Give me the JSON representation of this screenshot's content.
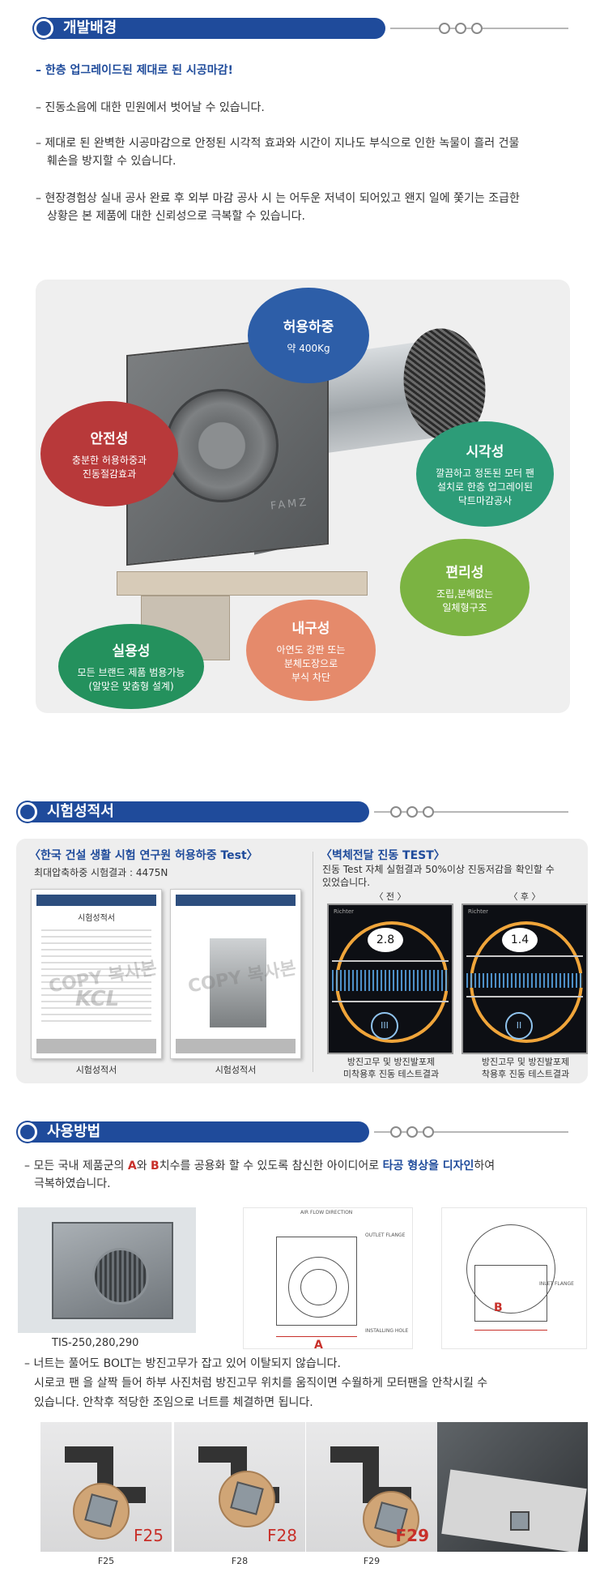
{
  "sections": {
    "background": "개발배경",
    "tests": "시험성적서",
    "usage": "사용방법"
  },
  "background": {
    "highlight": "– 한층 업그레이드된 제대로 된 시공마감!",
    "p1": "– 진동소음에 대한 민원에서 벗어날 수 있습니다.",
    "p2a": "– 제대로 된 완벽한 시공마감으로 안정된 시각적 효과와 시간이 지나도 부식으로 인한 녹물이 흘러 건물",
    "p2b": "훼손을 방지할 수 있습니다.",
    "p3a": "– 현장경험상 실내 공사 완료 후 외부 마감 공사 시 는 어두운 저녁이 되어있고 왠지 일에 쫓기는 조급한",
    "p3b": "상황은 본 제품에 대한 신뢰성으로 극복할 수 있습니다."
  },
  "features": {
    "load": {
      "title": "허용하중",
      "desc1": "약 400Kg",
      "color": "#2d5ea8"
    },
    "safety": {
      "title": "안전성",
      "desc1": "충분한 허용하중과",
      "desc2": "진동절감효과",
      "color": "#b8393a"
    },
    "visual": {
      "title": "시각성",
      "desc1": "깔끔하고 정돈된 모터 팬",
      "desc2": "설치로 한층 업그레이된",
      "desc3": "닥트마감공사",
      "color": "#2d9c78"
    },
    "convenience": {
      "title": "편리성",
      "desc1": "조립,분해없는",
      "desc2": "일체형구조",
      "color": "#7bb342"
    },
    "durability": {
      "title": "내구성",
      "desc1": "아연도 강판 또는",
      "desc2": "분체도장으로",
      "desc3": "부식 차단",
      "color": "#e58a6b"
    },
    "practical": {
      "title": "실용성",
      "desc1": "모든 브랜드 제품 범용가능",
      "desc2": "(알맞은 맞춤형 설계)",
      "color": "#24915d"
    },
    "product_brand": "FAMZ"
  },
  "tests": {
    "left_title": "〈한국 건설 생활 시험 연구원 허용하중 Test〉",
    "left_result": "최대압축하중 시험결과 : 4475N",
    "cert_title": "시험성적서",
    "watermark": "COPY 복사본",
    "cert_logo": "KCL",
    "cert_caption1": "시험성적서",
    "cert_caption2": "시험성적서",
    "right_title": "〈벽체전달 진동 TEST〉",
    "right_desc1": "진동 Test 자체 실험결과 50%이상 진동저감을 확인할 수",
    "right_desc2": "있었습니다.",
    "before_label": "〈 전 〉",
    "after_label": "〈 후 〉",
    "before_value": "2.8",
    "after_value": "1.4",
    "before_knob": "III",
    "after_knob": "II",
    "scope_brand": "Richter",
    "before_cap1": "방진고무 및 방진발포제",
    "before_cap2": "미착용후 진동 테스트결과",
    "after_cap1": "방진고무 및 방진발포제",
    "after_cap2": "착용후 진동 테스트결과"
  },
  "usage": {
    "p1_a": "– 모든 국내 제품군의 ",
    "p1_A": "A",
    "p1_b": "와 ",
    "p1_B": "B",
    "p1_c": "치수를  공용화 할 수 있도록 참신한 아이디어로 ",
    "p1_d": "타공 형상을 디자인",
    "p1_e": "하여",
    "p1_line2": "극복하였습니다.",
    "model": "TIS-250,280,290",
    "dim_a": "A",
    "dim_b": "B",
    "p2": "– 너트는 풀어도 BOLT는 방진고무가 잡고 있어 이탈되지 않습니다.",
    "p3": "시로코 팬 을 살짝 들어 하부 사진처럼 방진고무 위치를 움직이면 수월하게 모터팬을 안착시킬 수",
    "p4": "있습니다. 안착후 적당한 조임으로 너트를 체결하면 됩니다.",
    "photos": [
      "F25",
      "F28",
      "F29"
    ],
    "drawing_labels": {
      "airflow": "AIR FLOW DIRECTION",
      "outlet": "OUTLET FLANGE",
      "inlet": "INLET FLANGE",
      "hole": "INSTALLING HOLE"
    }
  }
}
